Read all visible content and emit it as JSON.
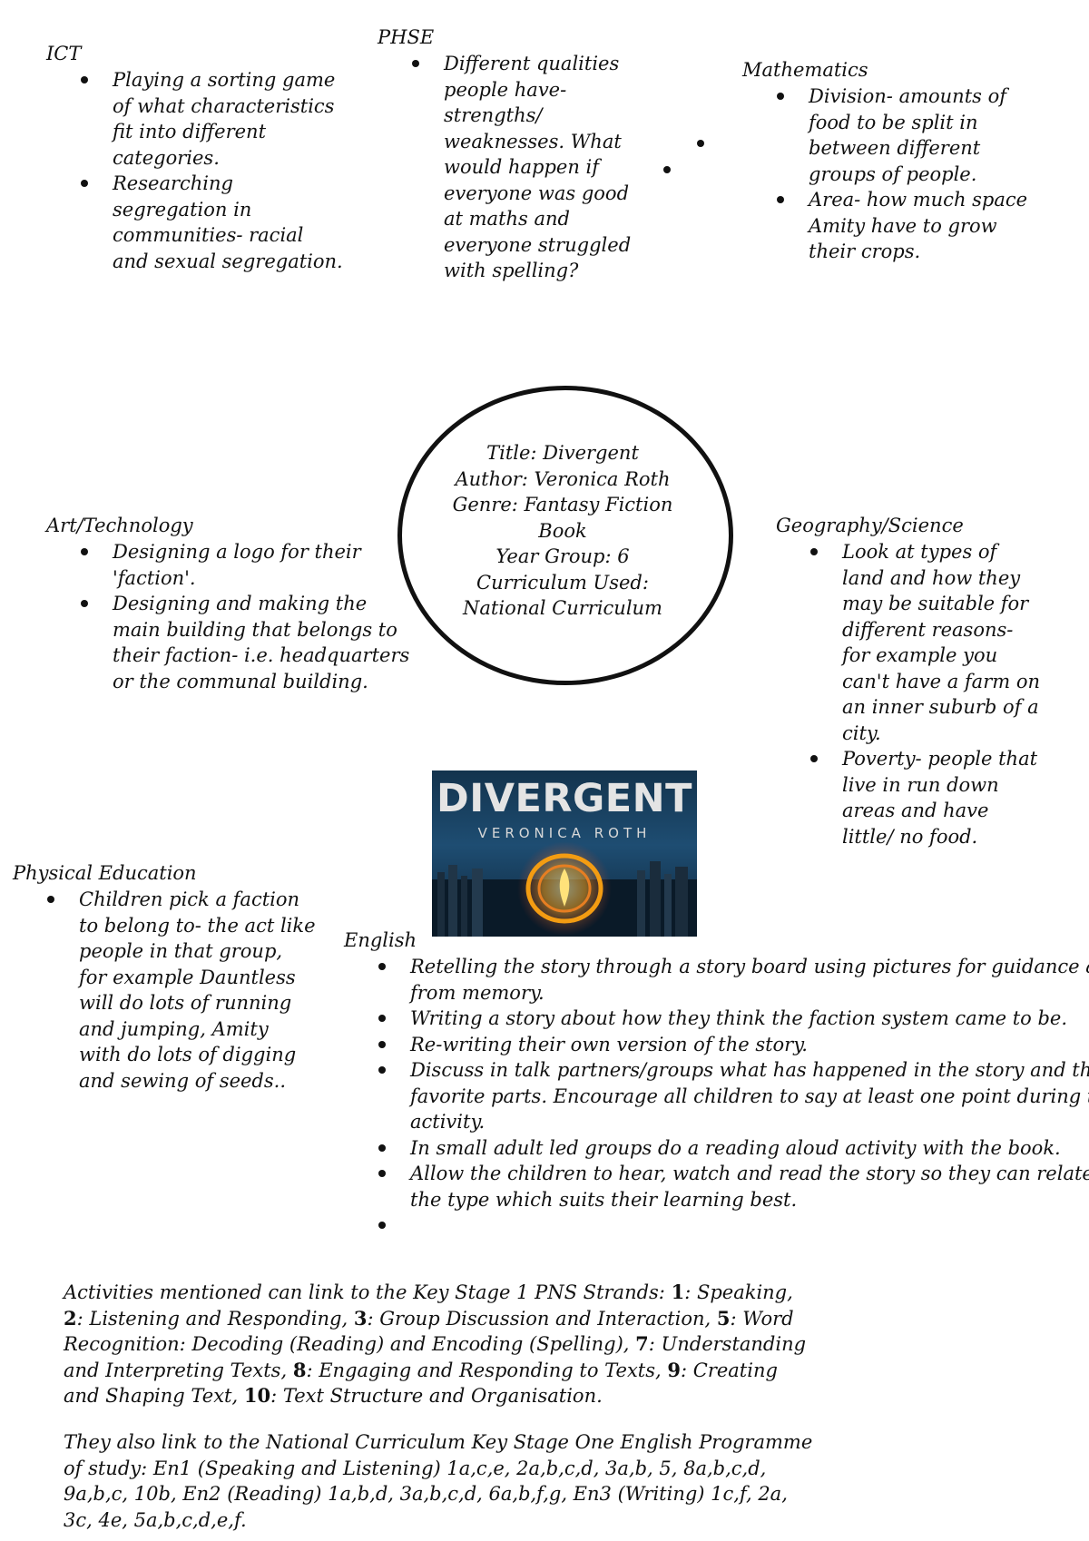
{
  "center": {
    "title": "Title:  Divergent",
    "author": "Author: Veronica Roth",
    "genre_a": "Genre: Fantasy Fiction",
    "genre_b": "Book",
    "year": "Year Group: 6",
    "curriculum_a": "Curriculum Used:",
    "curriculum_b": "National Curriculum"
  },
  "ict": {
    "heading": "ICT",
    "items": [
      [
        "Playing a sorting game",
        "of what characteristics",
        "fit into different",
        "categories."
      ],
      [
        "Researching",
        "segregation in",
        "communities- racial",
        "and sexual segregation."
      ]
    ]
  },
  "phse": {
    "heading": "PHSE",
    "items": [
      [
        "Different qualities",
        "people have-",
        "strengths/",
        "weaknesses. What",
        "would happen if",
        "everyone was good",
        "at maths and",
        "everyone struggled",
        "with spelling?"
      ]
    ]
  },
  "maths": {
    "heading": "Mathematics",
    "items": [
      [
        "Division- amounts of",
        "food to be split in",
        "between different",
        "groups of people."
      ],
      [
        "Area- how much space",
        "Amity have to grow",
        "their crops."
      ]
    ]
  },
  "art": {
    "heading": "Art/Technology",
    "items": [
      [
        "Designing a logo for their",
        "'faction'."
      ],
      [
        "Designing and making the",
        "main building that belongs to",
        "their faction- i.e. headquarters",
        "or the communal building."
      ]
    ]
  },
  "geo": {
    "heading": "Geography/Science",
    "items": [
      [
        "Look at types of",
        "land and how they",
        "may be suitable for",
        "different reasons-",
        "for example you",
        "can't have a farm on",
        "an inner suburb of a",
        "city."
      ],
      [
        "Poverty- people that",
        "live in run down",
        "areas and have",
        "little/ no food."
      ]
    ]
  },
  "pe": {
    "heading": "Physical Education",
    "items": [
      [
        "Children pick a faction",
        "to belong to- the act like",
        "people in that group,",
        "for example Dauntless",
        "will do lots of running",
        "and jumping, Amity",
        "with do lots of digging",
        "and sewing of seeds.."
      ]
    ]
  },
  "english": {
    "heading": "English",
    "items": [
      [
        "Retelling the story through a story board using pictures for guidance and",
        "from memory."
      ],
      [
        "Writing a story about how they think the faction system came to be."
      ],
      [
        "Re-writing their own version of the story."
      ],
      [
        "Discuss in talk partners/groups what has happened in the story and their",
        "favorite parts. Encourage all children to say at least one point during this",
        "activity."
      ],
      [
        "In small adult led groups do a reading aloud activity with the book."
      ],
      [
        "Allow the children to hear, watch and read the story so they can relate to",
        "the type which suits their learning best."
      ],
      [
        ""
      ]
    ]
  },
  "cover": {
    "title": "DIVERGENT",
    "author": "VERONICA ROTH"
  },
  "strands": {
    "intro": "Activities mentioned can link to the Key Stage 1 PNS Strands: ",
    "list": [
      {
        "num": "1",
        "text": ": Speaking, "
      },
      {
        "num": "2",
        "text": ": Listening and Responding, "
      },
      {
        "num": "3",
        "text": ": Group Discussion and Interaction, "
      },
      {
        "num": "5",
        "text": ": Word Recognition: Decoding (Reading) and Encoding (Spelling), "
      },
      {
        "num": "7",
        "text": ": Understanding and Interpreting Texts, "
      },
      {
        "num": "8",
        "text": ": Engaging and Responding to Texts, "
      },
      {
        "num": "9",
        "text": ": Creating and Shaping Text, "
      },
      {
        "num": "10",
        "text": ": Text Structure and Organisation."
      }
    ]
  },
  "national": {
    "text": "They also link to the National Curriculum Key Stage One English Programme of study: En1 (Speaking and Listening) 1a,c,e, 2a,b,c,d, 3a,b, 5, 8a,b,c,d, 9a,b,c, 10b, En2 (Reading) 1a,b,d, 3a,b,c,d, 6a,b,f,g, En3 (Writing) 1c,f, 2a, 3c, 4e, 5a,b,c,d,e,f."
  }
}
